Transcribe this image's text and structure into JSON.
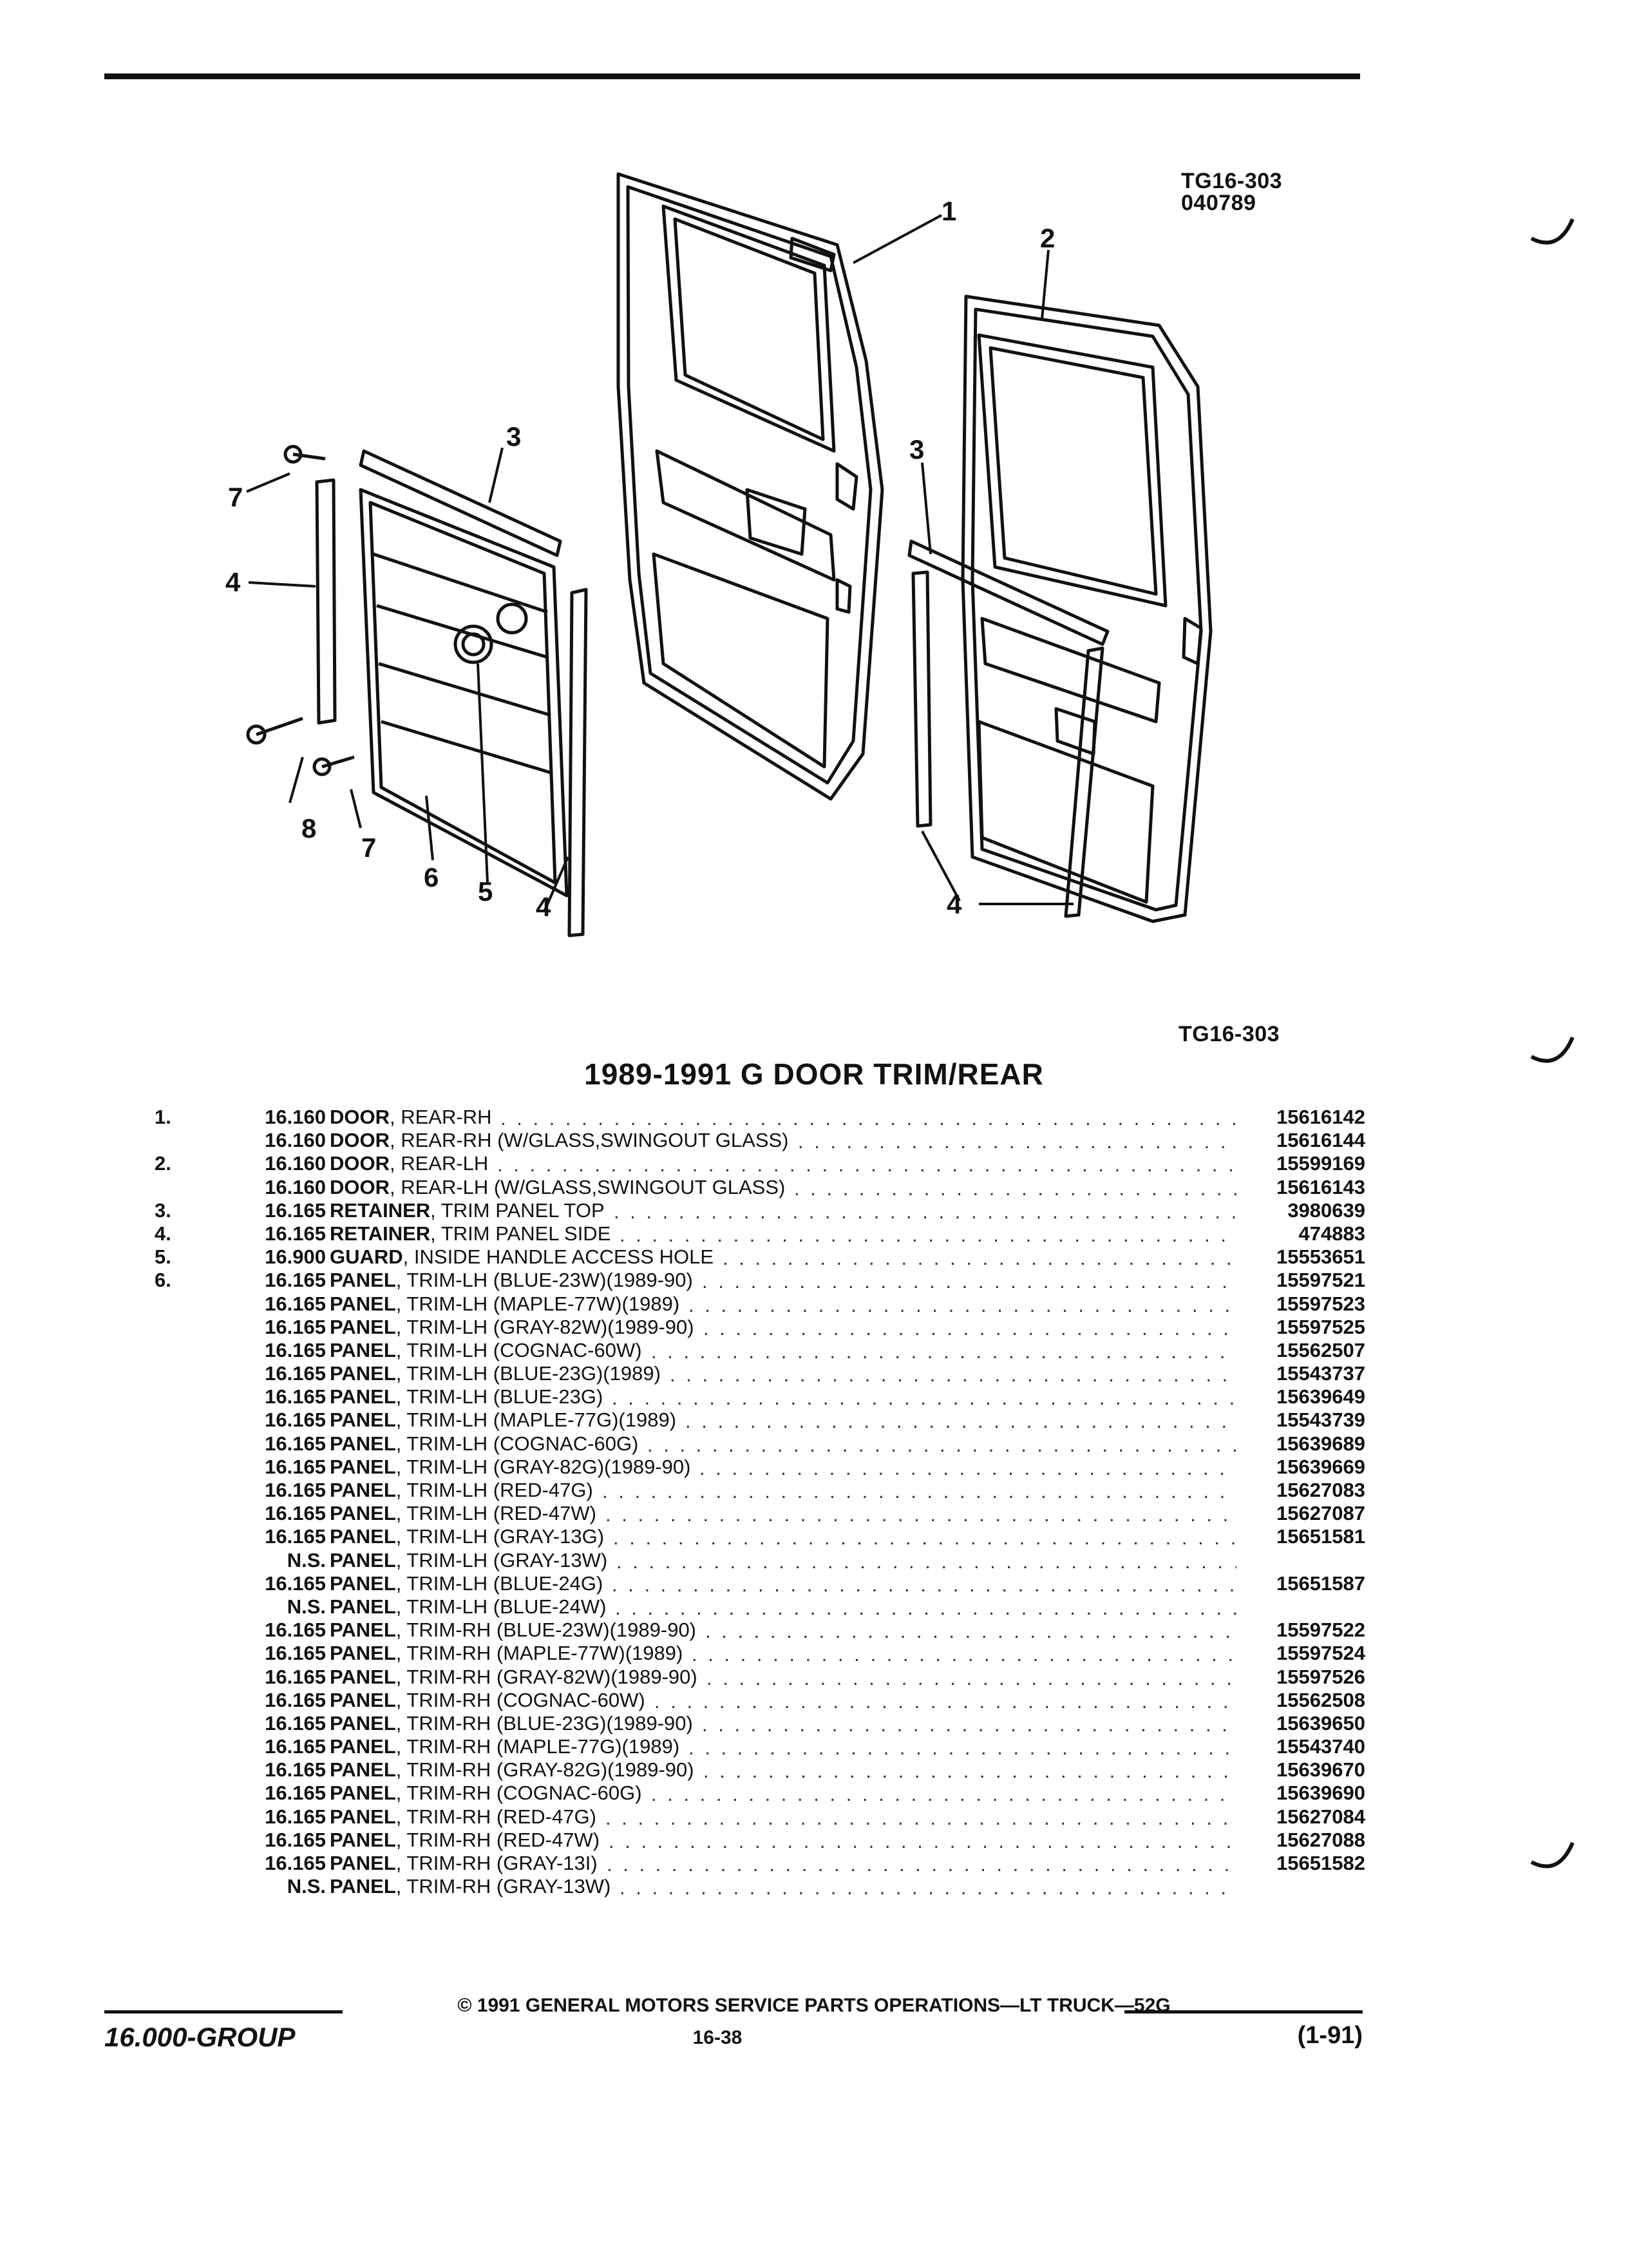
{
  "figure": {
    "code_top": "TG16-303",
    "date_code": "040789",
    "code_bottom": "TG16-303",
    "callouts": [
      "1",
      "2",
      "3",
      "3",
      "4",
      "4",
      "4",
      "5",
      "6",
      "7",
      "7",
      "8"
    ]
  },
  "title": "1989-1991 G DOOR TRIM/REAR",
  "parts": [
    {
      "item": "1.",
      "code": "16.160",
      "name": "DOOR",
      "desc": ", REAR-RH",
      "part_no": "15616142"
    },
    {
      "item": "",
      "code": "16.160",
      "name": "DOOR",
      "desc": ", REAR-RH (W/GLASS,SWINGOUT GLASS)",
      "part_no": "15616144"
    },
    {
      "item": "2.",
      "code": "16.160",
      "name": "DOOR",
      "desc": ", REAR-LH",
      "part_no": "15599169"
    },
    {
      "item": "",
      "code": "16.160",
      "name": "DOOR",
      "desc": ", REAR-LH (W/GLASS,SWINGOUT GLASS)",
      "part_no": "15616143"
    },
    {
      "item": "3.",
      "code": "16.165",
      "name": "RETAINER",
      "desc": ", TRIM PANEL TOP",
      "part_no": "3980639"
    },
    {
      "item": "4.",
      "code": "16.165",
      "name": "RETAINER",
      "desc": ", TRIM PANEL SIDE",
      "part_no": "474883"
    },
    {
      "item": "5.",
      "code": "16.900",
      "name": "GUARD",
      "desc": ", INSIDE HANDLE ACCESS HOLE",
      "part_no": "15553651"
    },
    {
      "item": "6.",
      "code": "16.165",
      "name": "PANEL",
      "desc": ", TRIM-LH (BLUE-23W)(1989-90)",
      "part_no": "15597521"
    },
    {
      "item": "",
      "code": "16.165",
      "name": "PANEL",
      "desc": ", TRIM-LH (MAPLE-77W)(1989)",
      "part_no": "15597523"
    },
    {
      "item": "",
      "code": "16.165",
      "name": "PANEL",
      "desc": ", TRIM-LH (GRAY-82W)(1989-90)",
      "part_no": "15597525"
    },
    {
      "item": "",
      "code": "16.165",
      "name": "PANEL",
      "desc": ", TRIM-LH (COGNAC-60W)",
      "part_no": "15562507"
    },
    {
      "item": "",
      "code": "16.165",
      "name": "PANEL",
      "desc": ", TRIM-LH (BLUE-23G)(1989)",
      "part_no": "15543737"
    },
    {
      "item": "",
      "code": "16.165",
      "name": "PANEL",
      "desc": ", TRIM-LH (BLUE-23G)",
      "part_no": "15639649"
    },
    {
      "item": "",
      "code": "16.165",
      "name": "PANEL",
      "desc": ", TRIM-LH (MAPLE-77G)(1989)",
      "part_no": "15543739"
    },
    {
      "item": "",
      "code": "16.165",
      "name": "PANEL",
      "desc": ", TRIM-LH (COGNAC-60G)",
      "part_no": "15639689"
    },
    {
      "item": "",
      "code": "16.165",
      "name": "PANEL",
      "desc": ", TRIM-LH (GRAY-82G)(1989-90)",
      "part_no": "15639669"
    },
    {
      "item": "",
      "code": "16.165",
      "name": "PANEL",
      "desc": ", TRIM-LH (RED-47G)",
      "part_no": "15627083"
    },
    {
      "item": "",
      "code": "16.165",
      "name": "PANEL",
      "desc": ", TRIM-LH (RED-47W)",
      "part_no": "15627087"
    },
    {
      "item": "",
      "code": "16.165",
      "name": "PANEL",
      "desc": ", TRIM-LH (GRAY-13G)",
      "part_no": "15651581"
    },
    {
      "item": "",
      "code": "N.S.",
      "name": "PANEL",
      "desc": ", TRIM-LH (GRAY-13W)",
      "part_no": ""
    },
    {
      "item": "",
      "code": "16.165",
      "name": "PANEL",
      "desc": ", TRIM-LH (BLUE-24G)",
      "part_no": "15651587"
    },
    {
      "item": "",
      "code": "N.S.",
      "name": "PANEL",
      "desc": ", TRIM-LH (BLUE-24W)",
      "part_no": ""
    },
    {
      "item": "",
      "code": "16.165",
      "name": "PANEL",
      "desc": ", TRIM-RH (BLUE-23W)(1989-90)",
      "part_no": "15597522"
    },
    {
      "item": "",
      "code": "16.165",
      "name": "PANEL",
      "desc": ", TRIM-RH (MAPLE-77W)(1989)",
      "part_no": "15597524"
    },
    {
      "item": "",
      "code": "16.165",
      "name": "PANEL",
      "desc": ", TRIM-RH (GRAY-82W)(1989-90)",
      "part_no": "15597526"
    },
    {
      "item": "",
      "code": "16.165",
      "name": "PANEL",
      "desc": ", TRIM-RH (COGNAC-60W)",
      "part_no": "15562508"
    },
    {
      "item": "",
      "code": "16.165",
      "name": "PANEL",
      "desc": ", TRIM-RH (BLUE-23G)(1989-90)",
      "part_no": "15639650"
    },
    {
      "item": "",
      "code": "16.165",
      "name": "PANEL",
      "desc": ", TRIM-RH (MAPLE-77G)(1989)",
      "part_no": "15543740"
    },
    {
      "item": "",
      "code": "16.165",
      "name": "PANEL",
      "desc": ", TRIM-RH (GRAY-82G)(1989-90)",
      "part_no": "15639670"
    },
    {
      "item": "",
      "code": "16.165",
      "name": "PANEL",
      "desc": ", TRIM-RH (COGNAC-60G)",
      "part_no": "15639690"
    },
    {
      "item": "",
      "code": "16.165",
      "name": "PANEL",
      "desc": ", TRIM-RH (RED-47G)",
      "part_no": "15627084"
    },
    {
      "item": "",
      "code": "16.165",
      "name": "PANEL",
      "desc": ", TRIM-RH (RED-47W)",
      "part_no": "15627088"
    },
    {
      "item": "",
      "code": "16.165",
      "name": "PANEL",
      "desc": ", TRIM-RH (GRAY-13I)",
      "part_no": "15651582"
    },
    {
      "item": "",
      "code": "N.S.",
      "name": "PANEL",
      "desc": ", TRIM-RH (GRAY-13W)",
      "part_no": ""
    }
  ],
  "footer": {
    "copyright": "© 1991 GENERAL MOTORS SERVICE PARTS OPERATIONS—LT TRUCK—52G",
    "group": "16.000-GROUP",
    "page": "16-38",
    "revision": "(1-91)"
  }
}
